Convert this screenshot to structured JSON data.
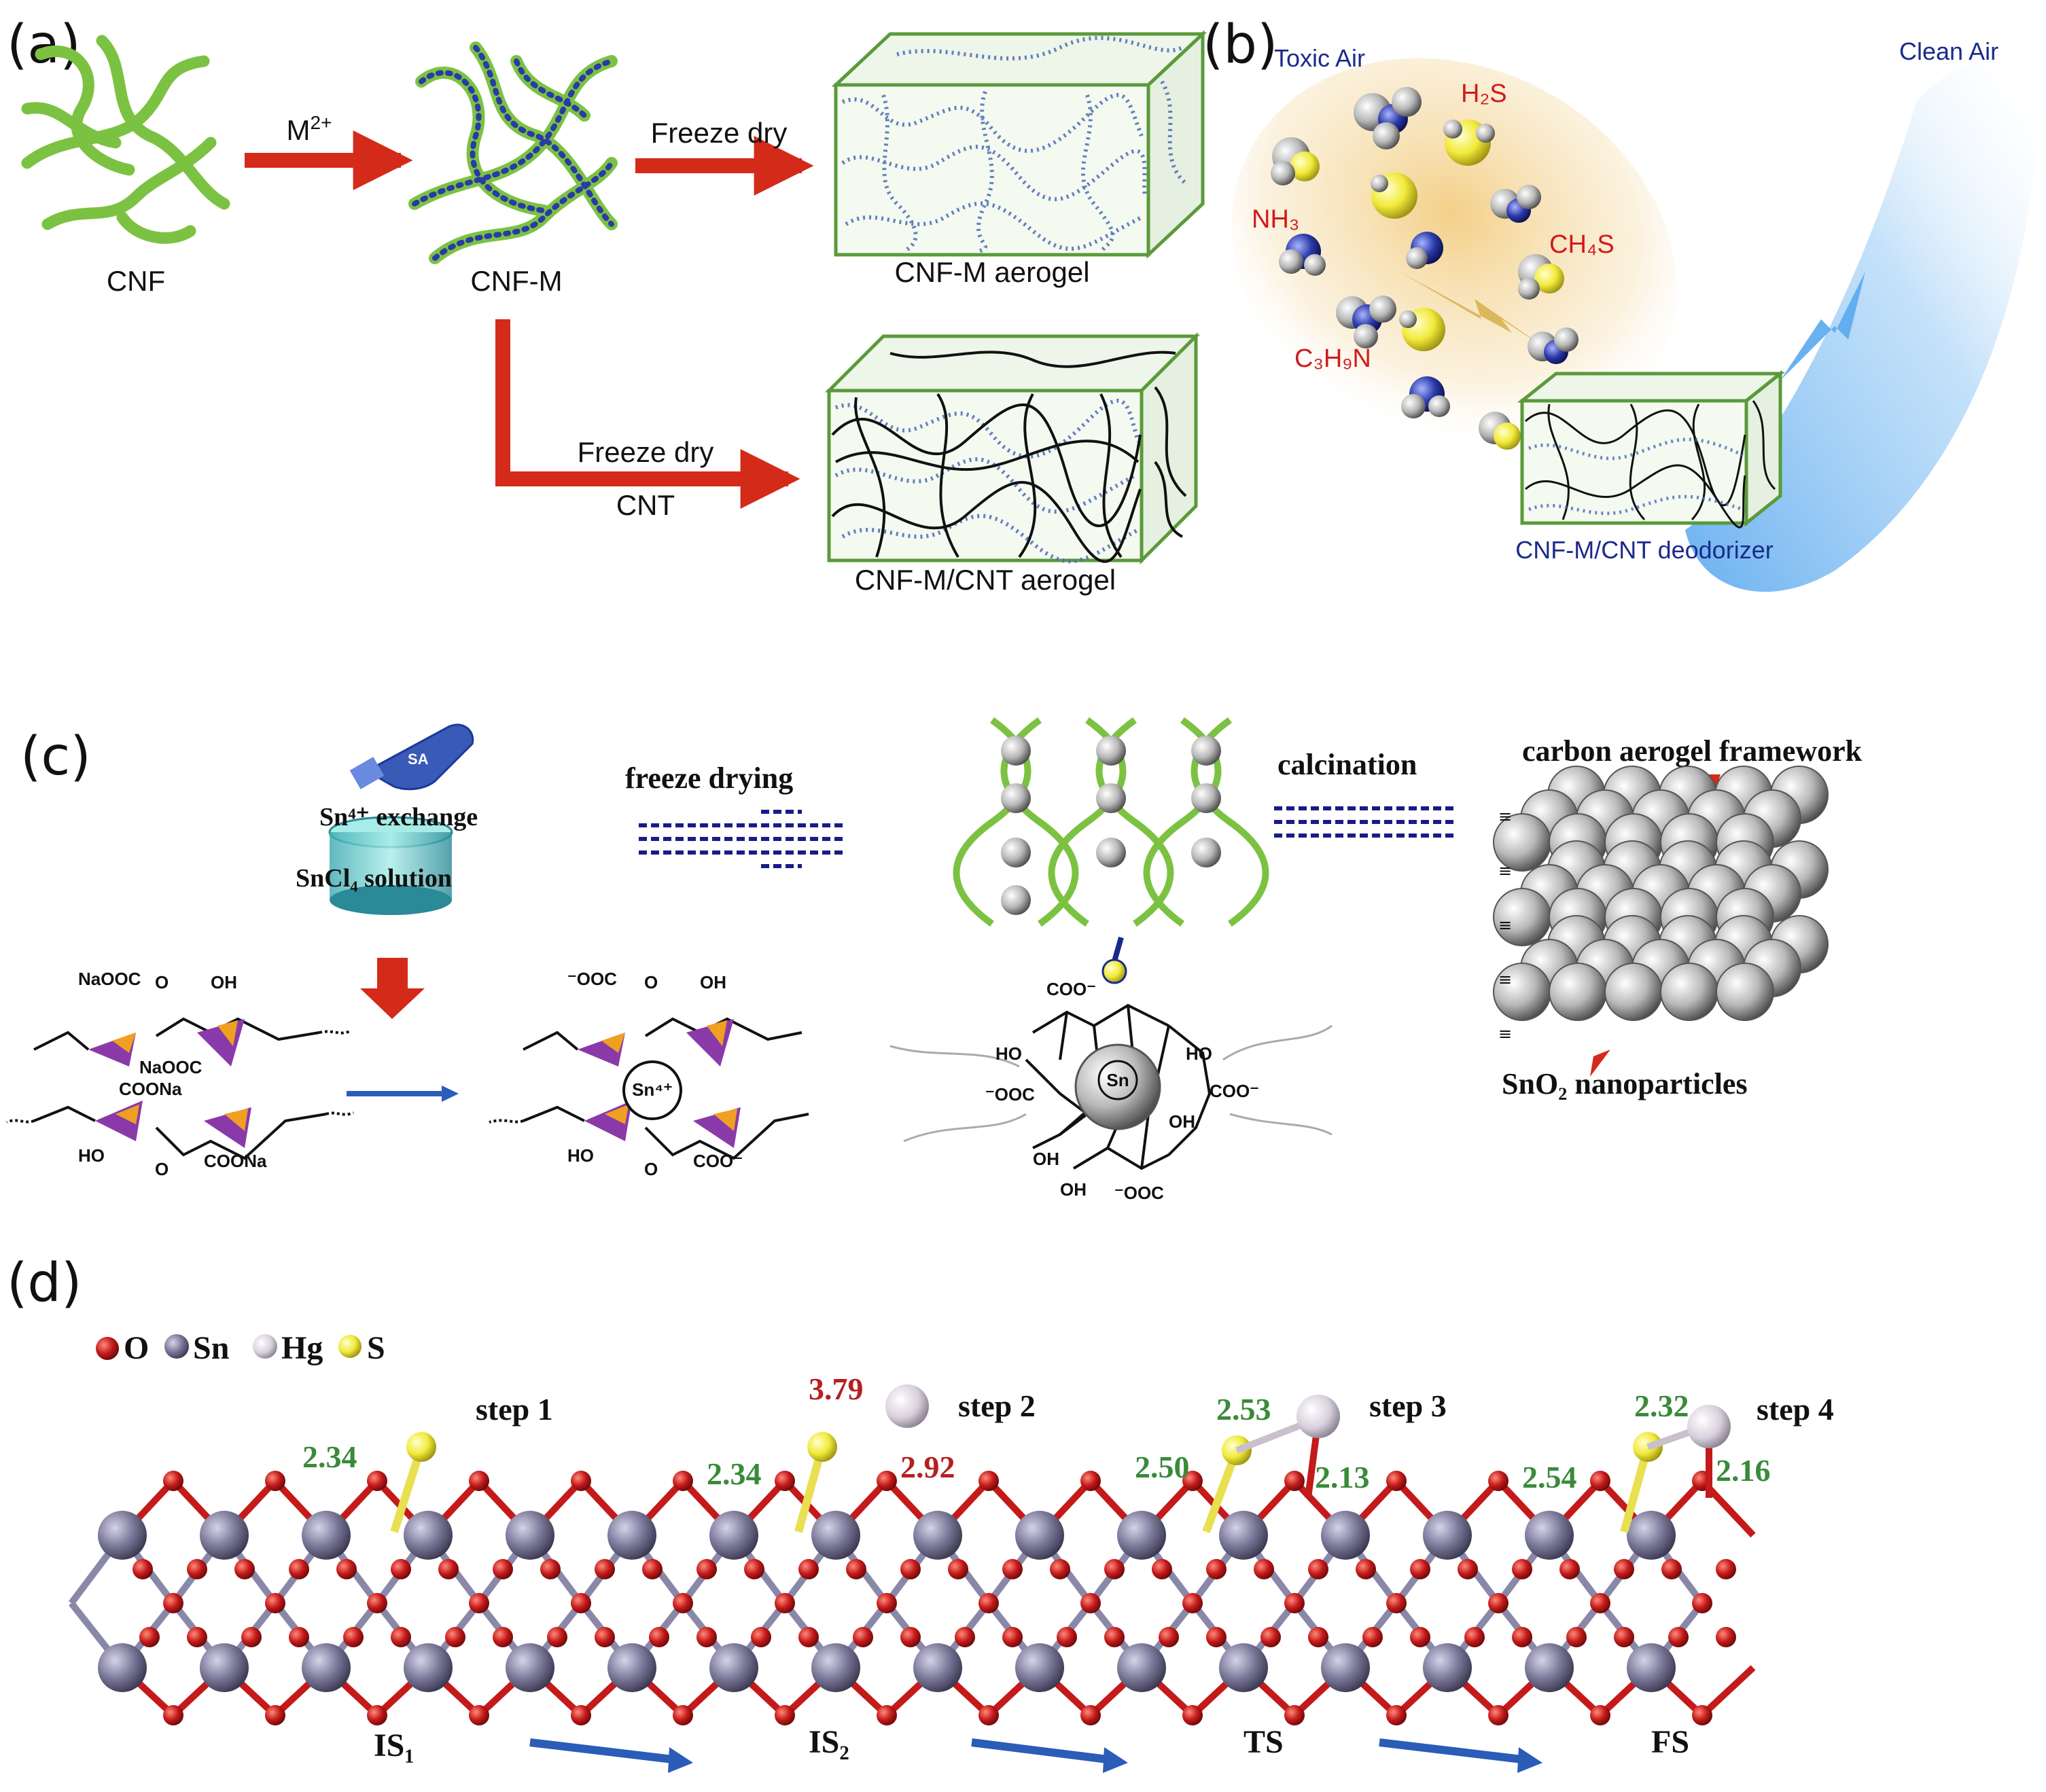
{
  "panels": {
    "a": {
      "label": "(a)",
      "cnf": "CNF",
      "m2": "M",
      "m2_sup": "2+",
      "cnfm": "CNF-M",
      "freeze1": "Freeze dry",
      "aerogel1": "CNF-M aerogel",
      "freeze2": "Freeze dry",
      "cnt": "CNT",
      "aerogel2": "CNF-M/CNT aerogel"
    },
    "b": {
      "label": "(b)",
      "toxic": "Toxic Air",
      "clean": "Clean Air",
      "h2s": "H₂S",
      "nh3": "NH₃",
      "ch4s": "CH₄S",
      "c3h9n": "C₃H₉N",
      "deodorizer": "CNF-M/CNT deodorizer"
    },
    "c": {
      "label": "(c)",
      "sa": "SA",
      "exchange": "Sn⁴⁺ exchange",
      "solution": "SnCl₄ solution",
      "freeze": "freeze drying",
      "calcination": "calcination",
      "framework": "carbon  aerogel framework",
      "nano": "SnO₂ nanoparticles",
      "sn4": "Sn⁴⁺",
      "sn": "Sn",
      "chem": {
        "naooc": "NaOOC",
        "oh": "OH",
        "coona": "COONa",
        "ho": "HO",
        "ooc": "⁻OOC",
        "coo": "COO⁻",
        "o": "O"
      }
    },
    "d": {
      "label": "(d)",
      "legend": [
        "O",
        "Sn",
        "Hg",
        "S"
      ],
      "steps": [
        "step 1",
        "step 2",
        "step 3",
        "step 4"
      ],
      "states": [
        "IS₁",
        "IS₂",
        "TS",
        "FS"
      ],
      "distances": {
        "d1": "2.34",
        "d2a": "2.34",
        "d2b": "3.79",
        "d2c": "2.92",
        "d3a": "2.53",
        "d3b": "2.50",
        "d3c": "2.13",
        "d4a": "2.32",
        "d4b": "2.54",
        "d4c": "2.16"
      }
    }
  },
  "colors": {
    "arrow_red": "#d42a1a",
    "fiber_green": "#7cc242",
    "box_green": "#5a9a3a",
    "sn_atom": "#7a7898",
    "o_atom": "#c41a1a",
    "s_atom": "#f2ea3a",
    "hg_atom": "#d8d0dc",
    "arrow_blue": "#2a5cb8",
    "glow_blue": "#5aa8ee",
    "glow_orange": "#f0c060"
  }
}
